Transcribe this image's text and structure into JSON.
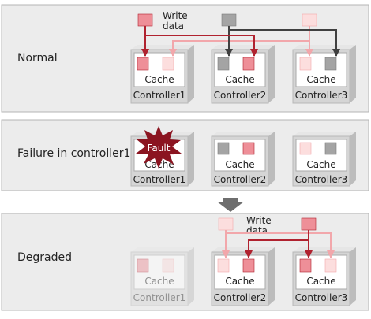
{
  "panels": [
    {
      "label": "Normal",
      "write_label_line1": "Write",
      "write_label_line2": "data",
      "controllers": [
        {
          "name": "Controller1",
          "cache": "Cache"
        },
        {
          "name": "Controller2",
          "cache": "Cache"
        },
        {
          "name": "Controller3",
          "cache": "Cache"
        }
      ]
    },
    {
      "label": "Failure in controller1",
      "fault_label": "Fault",
      "controllers": [
        {
          "name": "Controller1",
          "cache": "Cache"
        },
        {
          "name": "Controller2",
          "cache": "Cache"
        },
        {
          "name": "Controller3",
          "cache": "Cache"
        }
      ]
    },
    {
      "label": "Degraded",
      "write_label_line1": "Write",
      "write_label_line2": "data",
      "controllers": [
        {
          "name": "Controller1",
          "cache": "Cache"
        },
        {
          "name": "Controller2",
          "cache": "Cache"
        },
        {
          "name": "Controller3",
          "cache": "Cache"
        }
      ]
    }
  ],
  "colors": {
    "panel_bg": "#ececec",
    "panel_border": "#b4b4b4",
    "controller_face": "#d5d5d5",
    "controller_side": "#bcbcbc",
    "controller_top": "#e6e6e6",
    "cache_box": "#ffffff",
    "data_red": "#ee8f98",
    "data_red_dark": "#b0222f",
    "data_pink": "#fcdede",
    "data_pink_line": "#f2a7ab",
    "data_gray": "#a4a4a4",
    "line_dark": "#404040",
    "fault_red": "#8b1420",
    "arrow_gray": "#6e6e6e"
  }
}
